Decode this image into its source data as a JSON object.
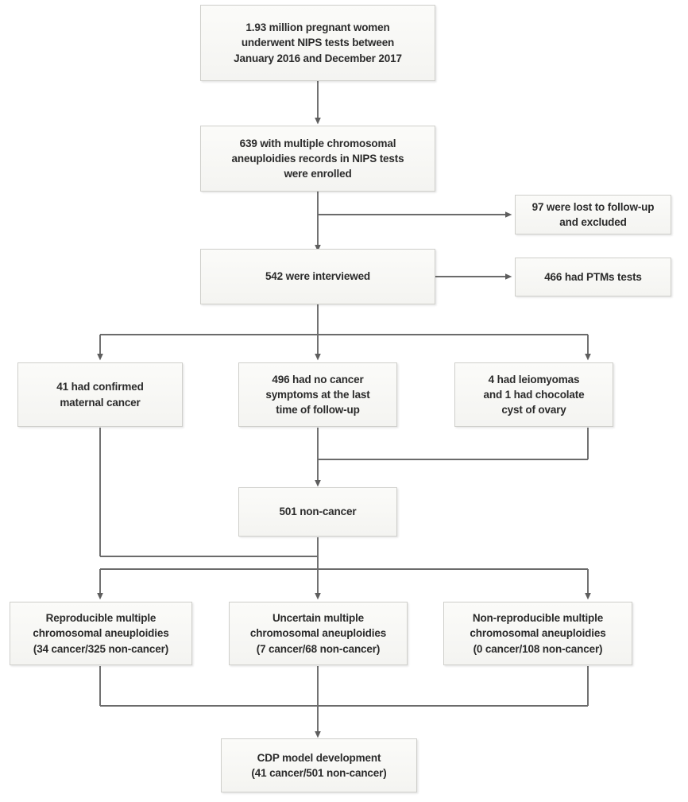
{
  "diagram": {
    "title": "NIPS multiple chromosomal aneuploidies cancer screening flowchart",
    "type": "flowchart",
    "background_color": "#ffffff",
    "box_fill_color": "#f7f7f4",
    "box_border_color": "#cfcfcb",
    "connector_color": "#6b6b6b",
    "text_color": "#2b2b2b"
  },
  "nodes": {
    "cohort": {
      "id": "cohort",
      "text": "1.93 million pregnant women\nunderwent NIPS tests between\nJanuary 2016 and December 2017"
    },
    "enrolled": {
      "id": "enrolled",
      "text": "639 with multiple chromosomal\naneuploidies records in NIPS tests\nwere enrolled"
    },
    "lost_followup": {
      "id": "lost-followup",
      "text": "97 were lost to follow-up\nand excluded"
    },
    "interviewed": {
      "id": "interviewed",
      "text": "542 were interviewed"
    },
    "ptms": {
      "id": "ptms-tests",
      "text": "466 had PTMs tests"
    },
    "confirmed_cancer": {
      "id": "confirmed-maternal-cancer",
      "text": "41 had confirmed\nmaternal cancer"
    },
    "no_symptoms": {
      "id": "no-cancer-symptoms",
      "text": "496 had no cancer\nsymptoms at the last\ntime of follow-up"
    },
    "leiomyomas": {
      "id": "leiomyomas-chocolate-cyst",
      "text": "4 had leiomyomas\nand 1 had chocolate\ncyst of ovary"
    },
    "non_cancer": {
      "id": "non-cancer",
      "text": "501 non-cancer"
    },
    "reproducible": {
      "id": "reproducible-mca",
      "text": "Reproducible multiple\nchromosomal aneuploidies\n(34 cancer/325 non-cancer)"
    },
    "uncertain": {
      "id": "uncertain-mca",
      "text": "Uncertain multiple\nchromosomal aneuploidies\n(7 cancer/68 non-cancer)"
    },
    "non_reproducible": {
      "id": "non-reproducible-mca",
      "text": "Non-reproducible multiple\nchromosomal aneuploidies\n(0 cancer/108 non-cancer)"
    },
    "cdp": {
      "id": "cdp-model-development",
      "text": "CDP model development\n(41 cancer/501 non-cancer)"
    }
  },
  "chart_data": {
    "type": "flowchart",
    "title": "Study population flow for CDP model development",
    "counts": {
      "screened_pregnant_women": "1.93 million",
      "enrolled_with_mca_records": 639,
      "lost_to_followup_excluded": 97,
      "interviewed": 542,
      "had_ptms_tests": 466,
      "confirmed_maternal_cancer": 41,
      "no_cancer_symptoms": 496,
      "leiomyomas": 4,
      "chocolate_cyst_of_ovary": 1,
      "non_cancer_total": 501,
      "reproducible_cancer": 34,
      "reproducible_non_cancer": 325,
      "uncertain_cancer": 7,
      "uncertain_non_cancer": 68,
      "non_reproducible_cancer": 0,
      "non_reproducible_non_cancer": 108,
      "cdp_model_cancer": 41,
      "cdp_model_non_cancer": 501
    },
    "study_period": "January 2016 and December 2017",
    "edges": [
      [
        "cohort",
        "enrolled"
      ],
      [
        "enrolled",
        "lost_followup"
      ],
      [
        "enrolled",
        "interviewed"
      ],
      [
        "interviewed",
        "ptms"
      ],
      [
        "interviewed",
        "confirmed_cancer"
      ],
      [
        "interviewed",
        "no_symptoms"
      ],
      [
        "interviewed",
        "leiomyomas"
      ],
      [
        "no_symptoms",
        "non_cancer"
      ],
      [
        "leiomyomas",
        "non_cancer"
      ],
      [
        "confirmed_cancer",
        "reproducible"
      ],
      [
        "confirmed_cancer",
        "uncertain"
      ],
      [
        "confirmed_cancer",
        "non_reproducible"
      ],
      [
        "non_cancer",
        "reproducible"
      ],
      [
        "non_cancer",
        "uncertain"
      ],
      [
        "non_cancer",
        "non_reproducible"
      ],
      [
        "reproducible",
        "cdp"
      ],
      [
        "uncertain",
        "cdp"
      ],
      [
        "non_reproducible",
        "cdp"
      ]
    ]
  }
}
